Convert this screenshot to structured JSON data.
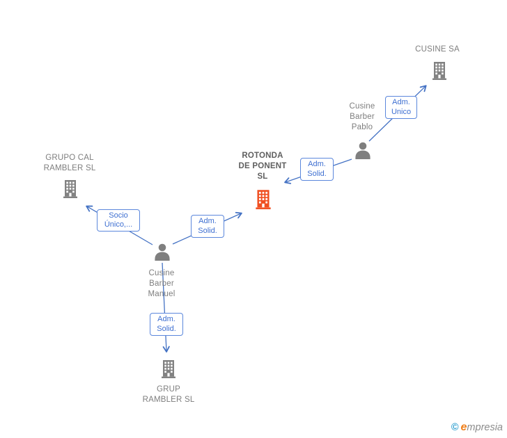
{
  "watermark": {
    "copyright": "©",
    "brand_initial": "e",
    "brand_rest": "mpresia"
  },
  "colors": {
    "arrow_blue": "#4472c4",
    "box_border_blue": "#5b87dc",
    "box_text_blue": "#3e6fd1",
    "icon_gray": "#828282",
    "label_text_gray": "#7e7e7e",
    "highlight_orange": "#f04f21"
  },
  "nodes": {
    "cusine_sa": {
      "type": "company",
      "line1": "CUSINE SA"
    },
    "pablo": {
      "type": "person",
      "line1": "Cusine",
      "line2": "Barber",
      "line3": "Pablo"
    },
    "rotonda": {
      "type": "company",
      "highlighted": true,
      "line1": "ROTONDA",
      "line2": "DE PONENT",
      "line3": "SL"
    },
    "grupo_cal": {
      "type": "company",
      "line1": "GRUPO CAL",
      "line2": "RAMBLER SL"
    },
    "manuel": {
      "type": "person",
      "line1": "Cusine",
      "line2": "Barber",
      "line3": "Manuel"
    },
    "grup_rambler": {
      "type": "company",
      "line1": "GRUP",
      "line2": "RAMBLER SL"
    }
  },
  "edges": {
    "pablo_to_cusine_sa": {
      "from": "Cusine Barber Pablo",
      "to": "CUSINE SA",
      "line1": "Adm.",
      "line2": "Unico"
    },
    "pablo_to_rotonda": {
      "from": "Cusine Barber Pablo",
      "to": "ROTONDA DE PONENT SL",
      "line1": "Adm.",
      "line2": "Solid."
    },
    "manuel_to_grupo_cal": {
      "from": "Cusine Barber Manuel",
      "to": "GRUPO CAL RAMBLER SL",
      "line1": "Socio",
      "line2": "Único,..."
    },
    "manuel_to_rotonda": {
      "from": "Cusine Barber Manuel",
      "to": "ROTONDA DE PONENT SL",
      "line1": "Adm.",
      "line2": "Solid."
    },
    "manuel_to_grup_rambler": {
      "from": "Cusine Barber Manuel",
      "to": "GRUP RAMBLER SL",
      "line1": "Adm.",
      "line2": "Solid."
    }
  }
}
